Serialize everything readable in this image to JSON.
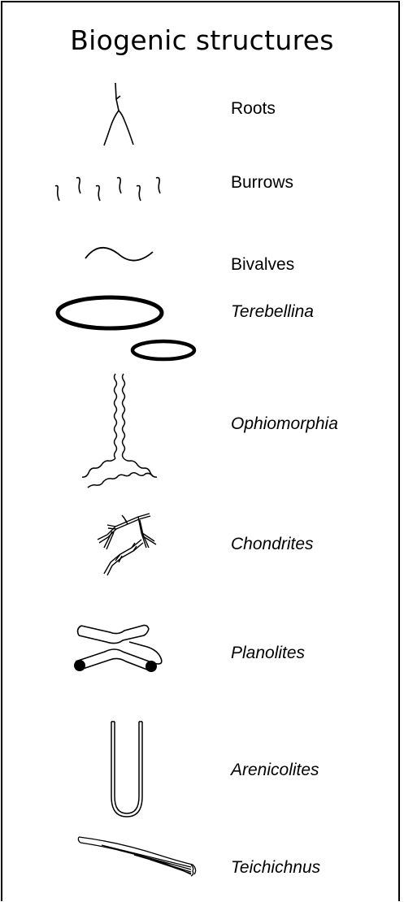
{
  "title": "Biogenic structures",
  "items": [
    {
      "label": "Roots",
      "italic": false,
      "icon": "roots-icon"
    },
    {
      "label": "Burrows",
      "italic": false,
      "icon": "burrows-icon"
    },
    {
      "label": "Bivalves",
      "italic": false,
      "icon": "bivalves-icon"
    },
    {
      "label": "Terebellina",
      "italic": true,
      "icon": "terebellina-icon"
    },
    {
      "label": "Ophiomorphia",
      "italic": true,
      "icon": "ophiomorphia-icon"
    },
    {
      "label": "Chondrites",
      "italic": true,
      "icon": "chondrites-icon"
    },
    {
      "label": "Planolites",
      "italic": true,
      "icon": "planolites-icon"
    },
    {
      "label": "Arenicolites",
      "italic": true,
      "icon": "arenicolites-icon"
    },
    {
      "label": "Teichichnus",
      "italic": true,
      "icon": "teichichnus-icon"
    }
  ],
  "colors": {
    "stroke": "#000000",
    "background": "#ffffff"
  }
}
